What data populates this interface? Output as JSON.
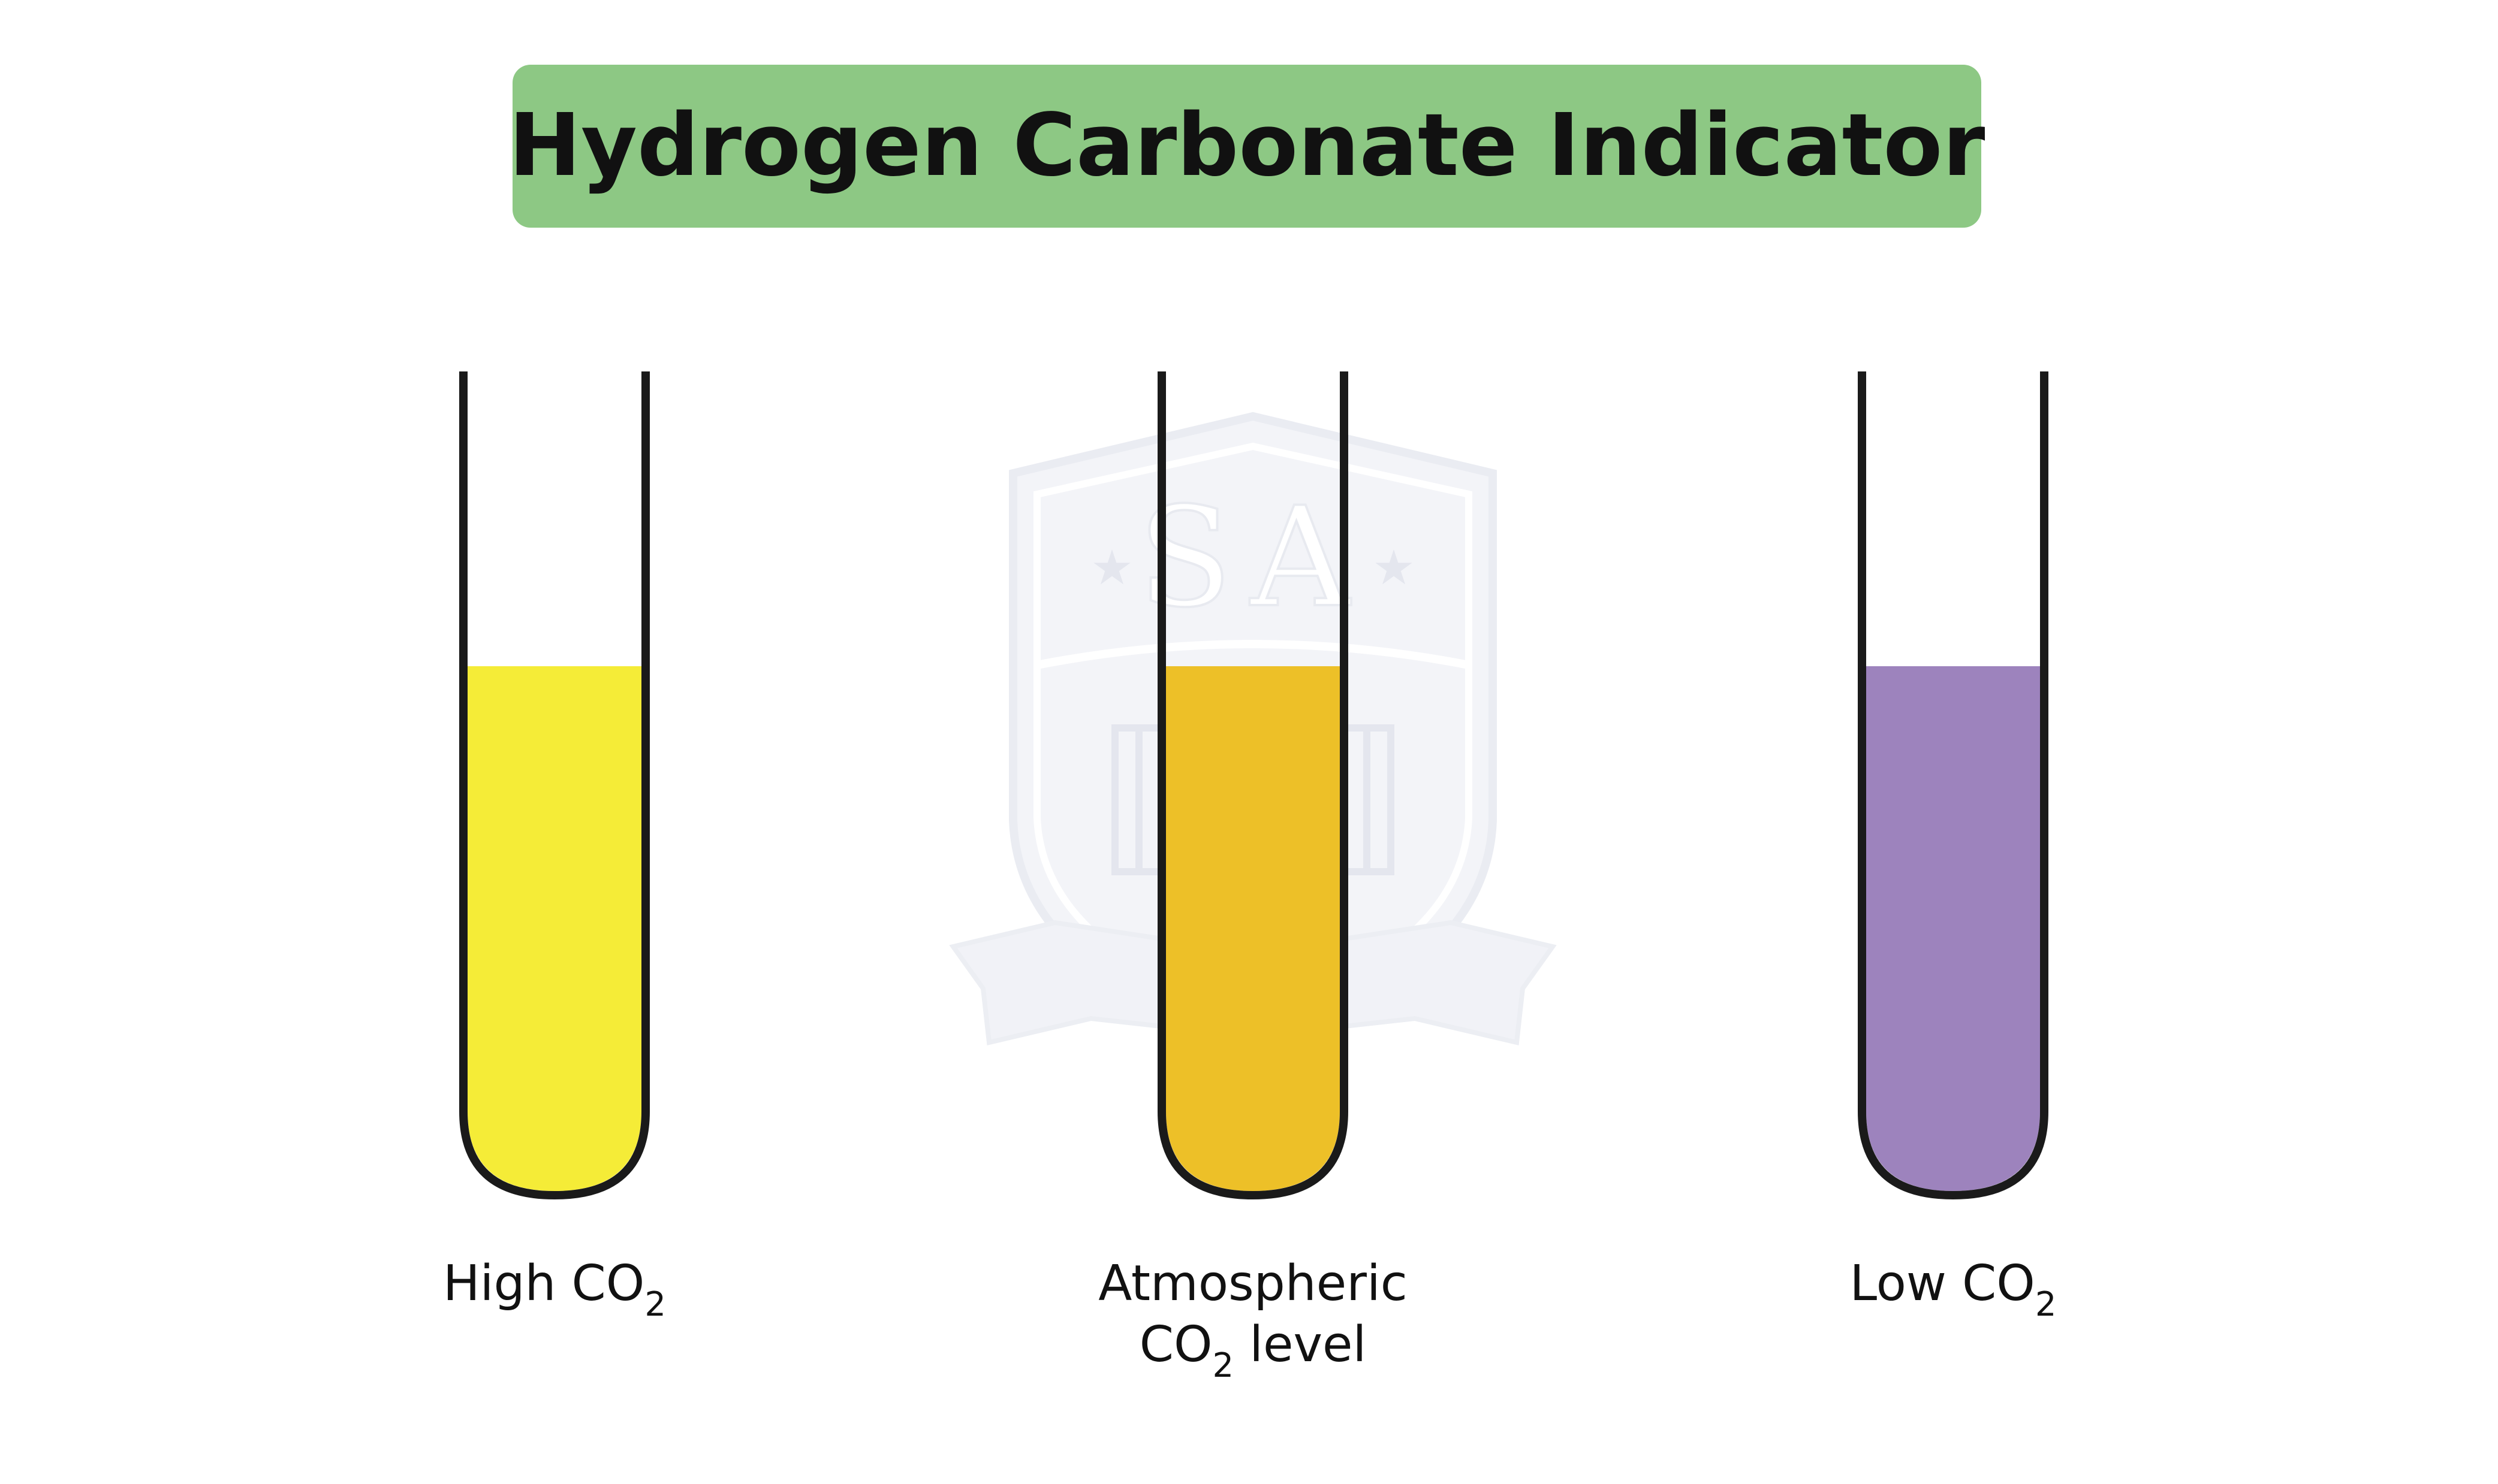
{
  "title": "Hydrogen Carbonate Indicator",
  "colors": {
    "title_bg": "#8dc884",
    "tube_outline": "#1a1a1a",
    "watermark": "#eef0f5",
    "high_co2": "#f5ec37",
    "atmospheric_co2": "#edc028",
    "low_co2": "#9d83bd"
  },
  "watermark": {
    "text": "SA",
    "icon": "shield-crest-watermark"
  },
  "tubes": [
    {
      "id": "high",
      "label_lines": [
        {
          "parts": [
            {
              "text": "High CO"
            },
            {
              "text": "2",
              "sub": true
            }
          ]
        }
      ],
      "color": "#f5ec37"
    },
    {
      "id": "atmospheric",
      "label_lines": [
        {
          "parts": [
            {
              "text": "Atmospheric"
            }
          ]
        },
        {
          "parts": [
            {
              "text": "CO"
            },
            {
              "text": "2",
              "sub": true
            },
            {
              "text": " level"
            }
          ]
        }
      ],
      "color": "#edc028"
    },
    {
      "id": "low",
      "label_lines": [
        {
          "parts": [
            {
              "text": "Low CO"
            },
            {
              "text": "2",
              "sub": true
            }
          ]
        }
      ],
      "color": "#9d83bd"
    }
  ]
}
